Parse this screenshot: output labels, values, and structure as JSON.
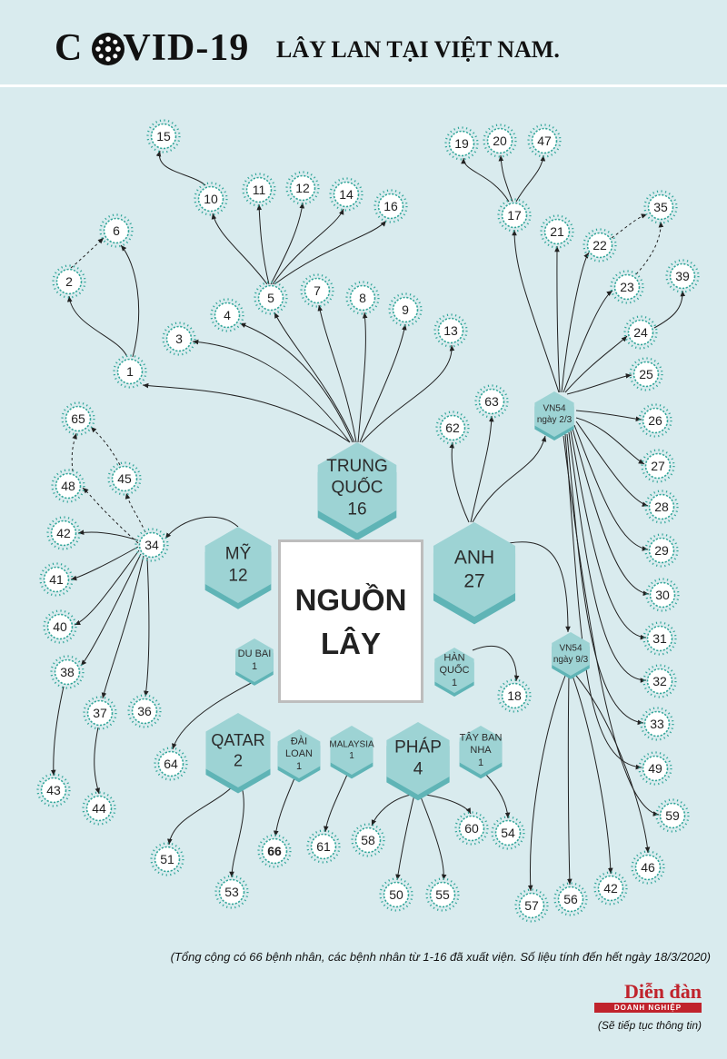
{
  "header": {
    "title_prefix": "C",
    "title_main": "VID-19",
    "subtitle": "LÂY LAN TẠI VIỆT NAM."
  },
  "center": {
    "line1": "NGUỒN",
    "line2": "LÂY"
  },
  "sources": [
    {
      "id": "TQ",
      "lines": [
        "TRUNG",
        "QUỐC",
        "16"
      ]
    },
    {
      "id": "MY",
      "lines": [
        "MỸ",
        "12"
      ]
    },
    {
      "id": "ANH",
      "lines": [
        "ANH",
        "27"
      ]
    },
    {
      "id": "DUBAI",
      "lines": [
        "DU BAI",
        "1"
      ]
    },
    {
      "id": "HANQUOC",
      "lines": [
        "HÀN",
        "QUỐC",
        "1"
      ]
    },
    {
      "id": "QATAR",
      "lines": [
        "QATAR",
        "2"
      ]
    },
    {
      "id": "DAILOAN",
      "lines": [
        "ĐÀI",
        "LOAN",
        "1"
      ]
    },
    {
      "id": "MALAYSIA",
      "lines": [
        "MALAYSIA",
        "1"
      ]
    },
    {
      "id": "PHAP",
      "lines": [
        "PHÁP",
        "4"
      ]
    },
    {
      "id": "TBN",
      "lines": [
        "TÂY BAN",
        "NHA",
        "1"
      ]
    },
    {
      "id": "VN54A",
      "lines": [
        "VN54",
        "ngày 2/3"
      ]
    },
    {
      "id": "VN54B",
      "lines": [
        "VN54",
        "ngày 9/3"
      ]
    }
  ],
  "patients": [
    "1",
    "2",
    "3",
    "4",
    "5",
    "6",
    "7",
    "8",
    "9",
    "10",
    "11",
    "12",
    "13",
    "14",
    "15",
    "16",
    "17",
    "19",
    "20",
    "21",
    "22",
    "23",
    "24",
    "25",
    "26",
    "27",
    "28",
    "29",
    "30",
    "31",
    "32",
    "33",
    "34",
    "35",
    "36",
    "37",
    "38",
    "39",
    "40",
    "41",
    "42",
    "43",
    "44",
    "45",
    "46",
    "47",
    "48",
    "49",
    "50",
    "51",
    "53",
    "54",
    "55",
    "56",
    "57",
    "58",
    "59",
    "60",
    "61",
    "62",
    "63",
    "64",
    "65",
    "66",
    "18"
  ],
  "highlight": {
    "patient": "66",
    "color": "#c0232c"
  },
  "colors": {
    "background": "#d9ebee",
    "hex_fill": "#9dd3d4",
    "node_border": "#33a69a",
    "accent_red": "#c0232c"
  },
  "footnote": "(Tổng cộng có 66 bệnh nhân, các bệnh nhân từ 1-16 đã xuất viện. Số liệu tính đến hết ngày 18/3/2020)",
  "logo": {
    "line1": "Diễn đàn",
    "line2": "DOANH NGHIỆP"
  },
  "continue_note": "(Sẽ tiếp tục thông tin)"
}
